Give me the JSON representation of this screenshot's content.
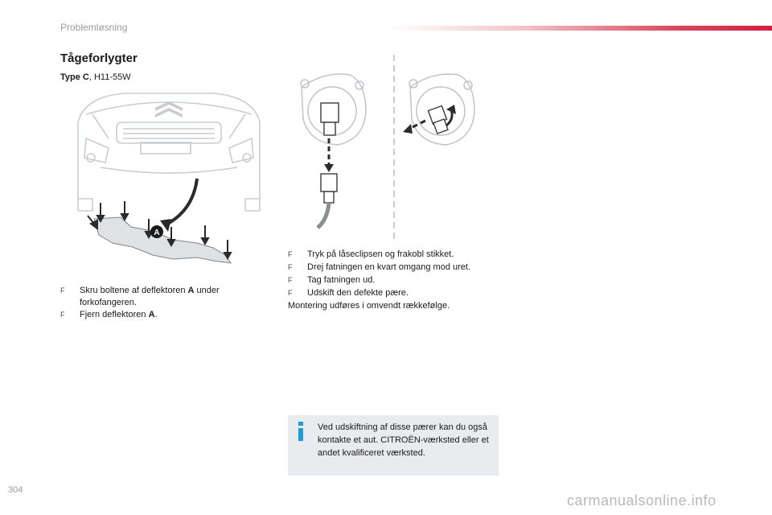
{
  "header": {
    "section": "Problemløsning",
    "accent_color": "#d71f3c"
  },
  "title": "Tågeforlygter",
  "type_line": {
    "bold": "Type C",
    "rest": ", H11-55W"
  },
  "illustration": {
    "label_a": "A"
  },
  "left_steps": [
    {
      "bullet": "F",
      "text_before": "Skru boltene af deflektoren ",
      "bold": "A",
      "text_after": " under forkofangeren."
    },
    {
      "bullet": "F",
      "text_before": "Fjern deflektoren ",
      "bold": "A",
      "text_after": "."
    }
  ],
  "right_steps": [
    {
      "bullet": "F",
      "text": "Tryk på låseclipsen og frakobl stikket."
    },
    {
      "bullet": "F",
      "text": "Drej fatningen en kvart omgang mod uret."
    },
    {
      "bullet": "F",
      "text": "Tag fatningen ud."
    },
    {
      "bullet": "F",
      "text": "Udskift den defekte pære."
    }
  ],
  "reassembly_note": "Montering udføres i omvendt rækkefølge.",
  "info_box": {
    "icon": "info-icon",
    "icon_color": "#1e9bd7",
    "text": "Ved udskiftning af disse pærer kan du også kontakte et aut. CITROËN-værksted eller et andet kvalificeret værksted."
  },
  "page_number": "304",
  "watermark": "carmanualsonline.info"
}
